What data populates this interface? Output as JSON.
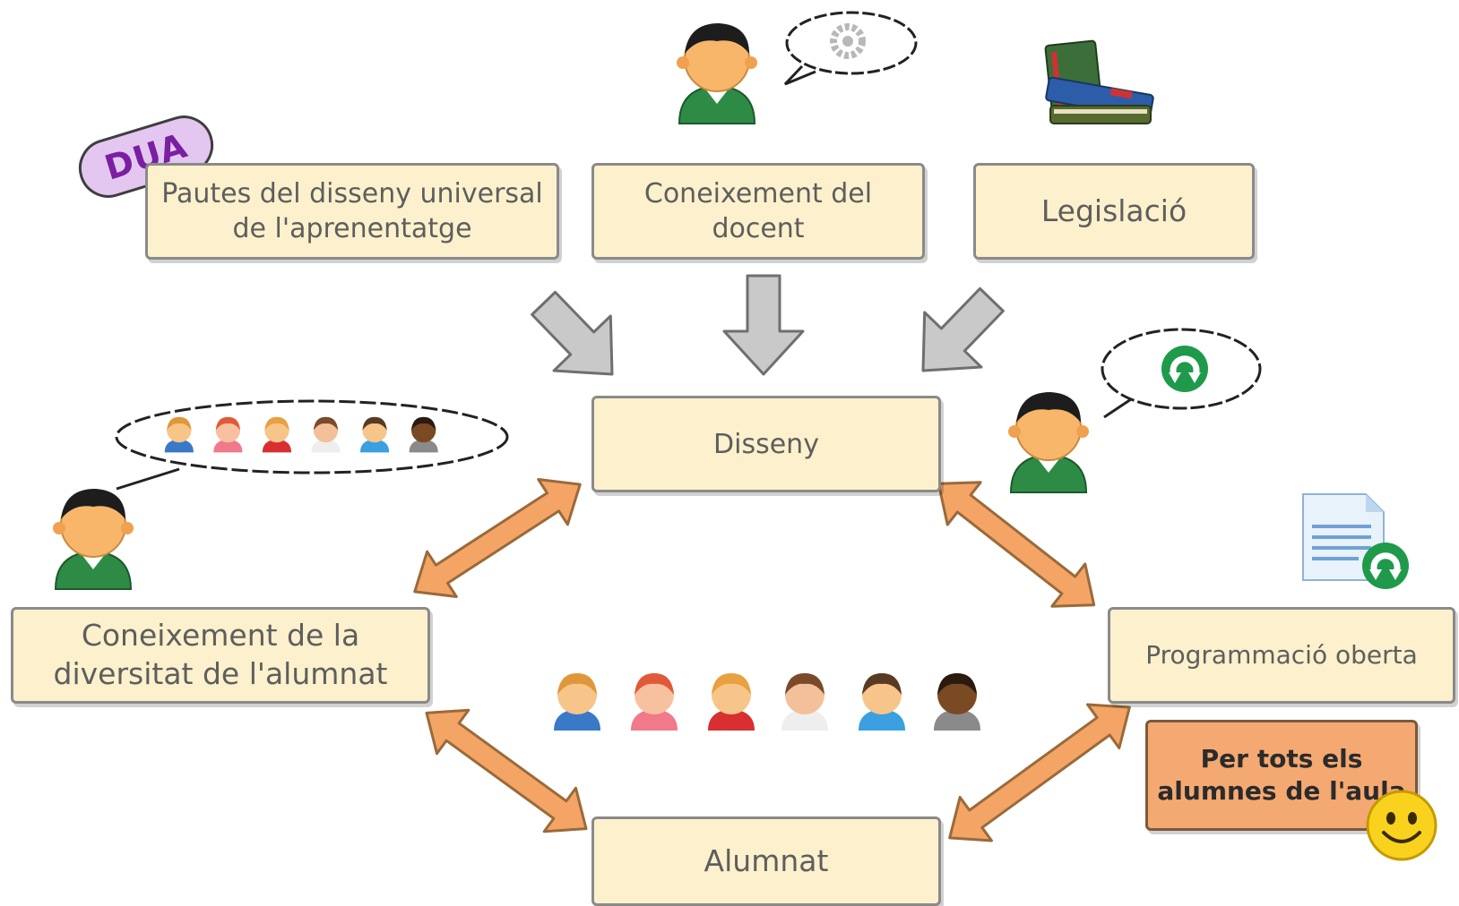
{
  "diagram": {
    "boxes": {
      "pautes": "Pautes del disseny universal de l'aprenentatge",
      "coneixement_docent": "Coneixement del docent",
      "legislacio": "Legislació",
      "disseny": "Disseny",
      "coneixement_diversitat": "Coneixement de la diversitat de l'alumnat",
      "programmacio": "Programmació oberta",
      "alumnat": "Alumnat",
      "per_tots": "Per tots els alumnes de l'aula"
    },
    "dua_tag": "DUA"
  },
  "icons": [
    "teacher-icon",
    "gear-thought-bubble-icon",
    "books-icon",
    "students-thought-bubble-icon",
    "refresh-thought-bubble-icon",
    "document-refresh-icon",
    "students-group-icon",
    "smiley-icon",
    "gray-arrow-icon",
    "orange-double-arrow-icon"
  ],
  "colors": {
    "box_fill": "#fcf1cc",
    "box_border": "#8a8a8a",
    "highlight_box": "#f4a972",
    "gray_arrow": "#c9c9c9",
    "orange_arrow": "#f4a566",
    "dua_tag": "#e4c7f0",
    "teacher_shirt": "#2e8b45",
    "refresh_green": "#1f9a4a"
  }
}
